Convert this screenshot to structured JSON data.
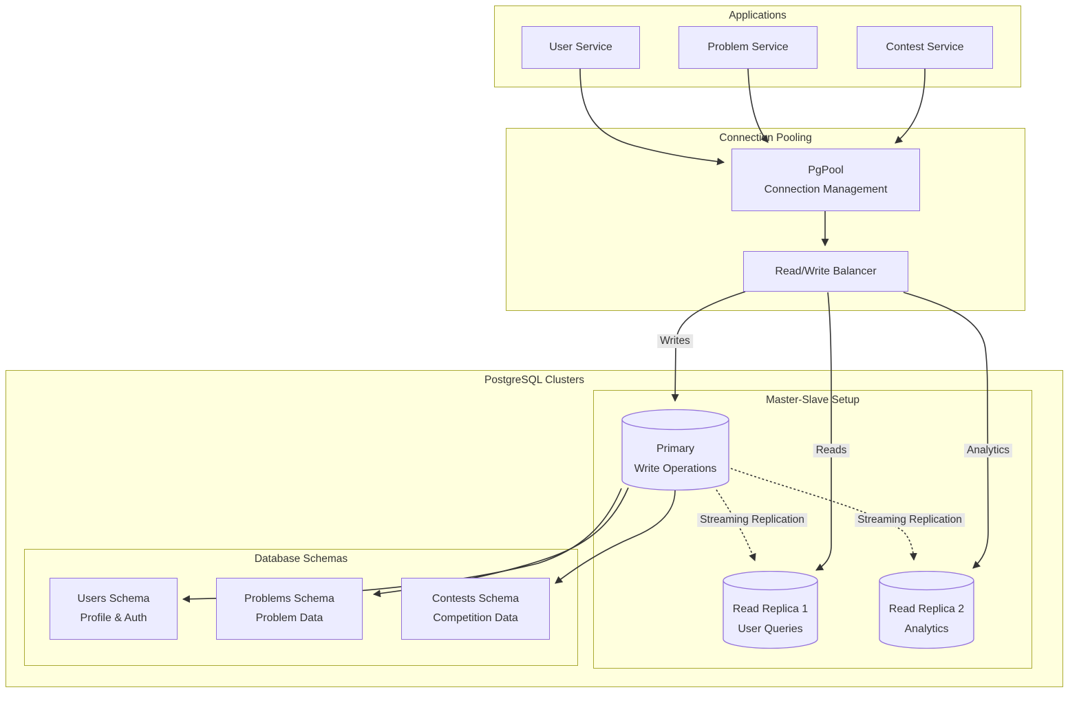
{
  "diagram": {
    "clusters": {
      "applications": {
        "label": "Applications"
      },
      "connection_pooling": {
        "label": "Connection Pooling"
      },
      "postgresql_clusters": {
        "label": "PostgreSQL Clusters"
      },
      "master_slave": {
        "label": "Master-Slave Setup"
      },
      "database_schemas": {
        "label": "Database Schemas"
      }
    },
    "nodes": {
      "user_service": {
        "label": "User Service"
      },
      "problem_service": {
        "label": "Problem Service"
      },
      "contest_service": {
        "label": "Contest Service"
      },
      "pgpool": {
        "line1": "PgPool",
        "line2": "Connection Management"
      },
      "balancer": {
        "label": "Read/Write Balancer"
      },
      "primary": {
        "line1": "Primary",
        "line2": "Write Operations"
      },
      "replica1": {
        "line1": "Read Replica 1",
        "line2": "User Queries"
      },
      "replica2": {
        "line1": "Read Replica 2",
        "line2": "Analytics"
      },
      "users_schema": {
        "line1": "Users Schema",
        "line2": "Profile & Auth"
      },
      "problems_schema": {
        "line1": "Problems Schema",
        "line2": "Problem Data"
      },
      "contests_schema": {
        "line1": "Contests Schema",
        "line2": "Competition Data"
      }
    },
    "edge_labels": {
      "writes": "Writes",
      "reads": "Reads",
      "analytics": "Analytics",
      "streaming_replication_1": "Streaming Replication",
      "streaming_replication_2": "Streaming Replication"
    },
    "colors": {
      "node_fill": "#ECECFF",
      "node_border": "#9370DB",
      "cluster_fill": "#FFFFDE",
      "cluster_border": "#AAAA33",
      "edge": "#333333",
      "edge_label_bg": "#E8E8E8",
      "text": "#333333"
    }
  }
}
